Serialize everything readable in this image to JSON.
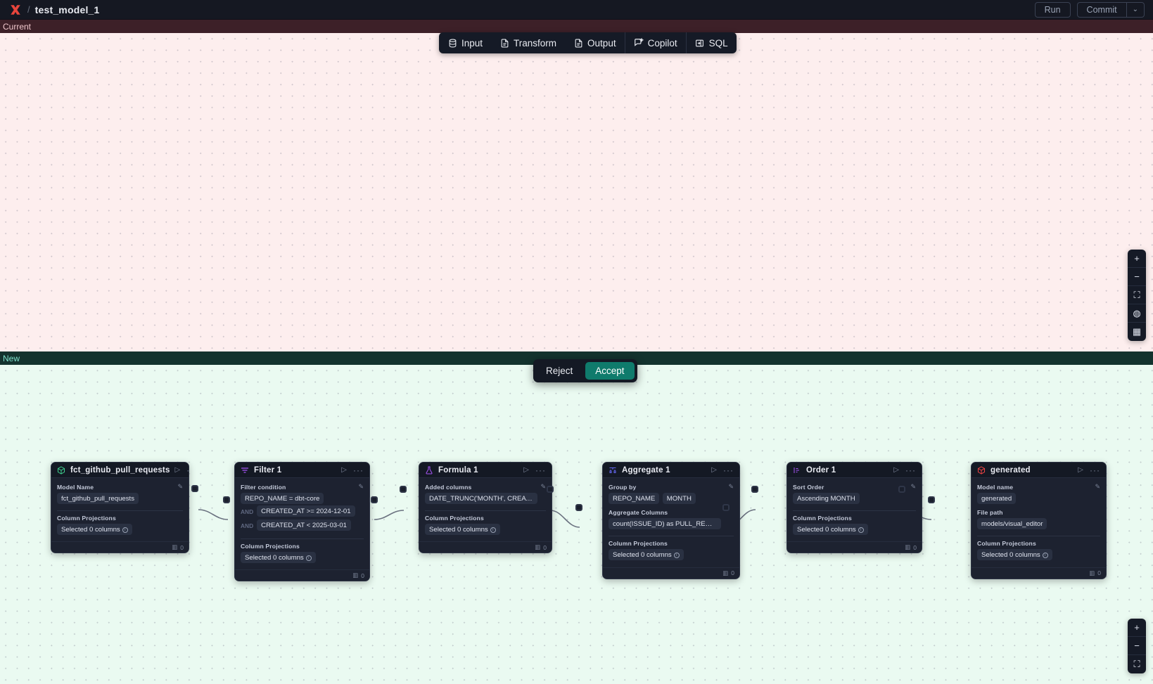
{
  "topbar": {
    "logo_icon": "app-logo-icon",
    "separator": "/",
    "title": "test_model_1",
    "run_label": "Run",
    "commit_label": "Commit",
    "commit_caret": "⌄"
  },
  "panes": {
    "current_label": "Current",
    "new_label": "New"
  },
  "toolbar": {
    "items": [
      {
        "label": "Input",
        "icon": "database-icon"
      },
      {
        "label": "Transform",
        "icon": "file-text-icon"
      },
      {
        "label": "Output",
        "icon": "file-text-icon"
      },
      {
        "label": "Copilot",
        "icon": "sparkle-chat-icon"
      },
      {
        "label": "SQL",
        "icon": "sql-panel-icon"
      }
    ]
  },
  "decision": {
    "reject_label": "Reject",
    "accept_label": "Accept",
    "accept_color": "#0f7b6c"
  },
  "zoom_controls": {
    "top": [
      {
        "icon": "plus-icon",
        "glyph": "+"
      },
      {
        "icon": "minus-icon",
        "glyph": "−"
      },
      {
        "icon": "fit-view-icon",
        "glyph": "⛶"
      },
      {
        "icon": "lock-viewport-icon",
        "glyph": "◍"
      },
      {
        "icon": "minimap-icon",
        "glyph": "▦"
      }
    ],
    "bottom": [
      {
        "icon": "plus-icon",
        "glyph": "+"
      },
      {
        "icon": "minus-icon",
        "glyph": "−"
      },
      {
        "icon": "fit-view-icon",
        "glyph": "⛶"
      }
    ]
  },
  "nodes": [
    {
      "id": "fct_github_pull_requests",
      "title": "fct_github_pull_requests",
      "icon": "cube-green-icon",
      "icon_color": "#3ecf8e",
      "run_icon": "play-icon",
      "more_icon": "more-horizontal-icon",
      "footer_icon": "columns-icon",
      "footer_count": "0",
      "sections": [
        {
          "label": "Model Name",
          "editable": true,
          "pills": [
            {
              "text": "fct_github_pull_requests"
            }
          ]
        },
        {
          "label": "Column Projections",
          "editable": false,
          "divided": true,
          "pills": [
            {
              "text": "Selected 0 columns",
              "info": true
            }
          ]
        }
      ]
    },
    {
      "id": "filter_1",
      "title": "Filter 1",
      "icon": "filter-icon",
      "icon_color": "#a855f7",
      "run_icon": "play-icon",
      "more_icon": "more-horizontal-icon",
      "footer_icon": "columns-icon",
      "footer_count": "0",
      "sections": [
        {
          "label": "Filter condition",
          "editable": true,
          "pills": [
            {
              "text": "REPO_NAME = dbt-core"
            },
            {
              "conj": "AND",
              "text": "CREATED_AT >= 2024-12-01"
            },
            {
              "conj": "AND",
              "text": "CREATED_AT < 2025-03-01"
            }
          ]
        },
        {
          "label": "Column Projections",
          "editable": false,
          "divided": true,
          "pills": [
            {
              "text": "Selected 0 columns",
              "info": true
            }
          ]
        }
      ]
    },
    {
      "id": "formula_1",
      "title": "Formula 1",
      "icon": "flask-icon",
      "icon_color": "#a855f7",
      "run_icon": "play-icon",
      "more_icon": "more-horizontal-icon",
      "footer_icon": "columns-icon",
      "footer_count": "0",
      "sections": [
        {
          "label": "Added columns",
          "editable": true,
          "pills": [
            {
              "text": "DATE_TRUNC('MONTH', CREATED_AT…"
            }
          ]
        },
        {
          "label": "Column Projections",
          "editable": false,
          "divided": true,
          "pills": [
            {
              "text": "Selected 0 columns",
              "info": true
            }
          ]
        }
      ]
    },
    {
      "id": "aggregate_1",
      "title": "Aggregate 1",
      "icon": "aggregate-icon",
      "icon_color": "#6366f1",
      "run_icon": "play-icon",
      "more_icon": "more-horizontal-icon",
      "footer_icon": "columns-icon",
      "footer_count": "0",
      "sections": [
        {
          "label": "Group by",
          "editable": true,
          "pills": [
            {
              "text": "REPO_NAME"
            },
            {
              "text": "MONTH"
            }
          ]
        },
        {
          "label": "Aggregate Columns",
          "editable": false,
          "pills": [
            {
              "text": "count(ISSUE_ID) as PULL_REQUEST_…"
            }
          ]
        },
        {
          "label": "Column Projections",
          "editable": false,
          "divided": true,
          "pills": [
            {
              "text": "Selected 0 columns",
              "info": true
            }
          ]
        }
      ]
    },
    {
      "id": "order_1",
      "title": "Order 1",
      "icon": "sort-icon",
      "icon_color": "#a855f7",
      "run_icon": "play-icon",
      "more_icon": "more-horizontal-icon",
      "footer_icon": "columns-icon",
      "footer_count": "0",
      "sections": [
        {
          "label": "Sort Order",
          "editable": true,
          "pills": [
            {
              "text": "Ascending MONTH"
            }
          ]
        },
        {
          "label": "Column Projections",
          "editable": false,
          "divided": true,
          "pills": [
            {
              "text": "Selected 0 columns",
              "info": true
            }
          ]
        }
      ]
    },
    {
      "id": "generated",
      "title": "generated",
      "icon": "cube-red-icon",
      "icon_color": "#ef4444",
      "run_icon": "play-icon",
      "more_icon": "more-horizontal-icon",
      "footer_icon": "columns-icon",
      "footer_count": "0",
      "sections": [
        {
          "label": "Model name",
          "editable": true,
          "pills": [
            {
              "text": "generated"
            }
          ]
        },
        {
          "label": "File path",
          "editable": false,
          "pills": [
            {
              "text": "models/visual_editor"
            }
          ]
        },
        {
          "label": "Column Projections",
          "editable": false,
          "divided": true,
          "pills": [
            {
              "text": "Selected 0 columns",
              "info": true
            }
          ]
        }
      ]
    }
  ]
}
